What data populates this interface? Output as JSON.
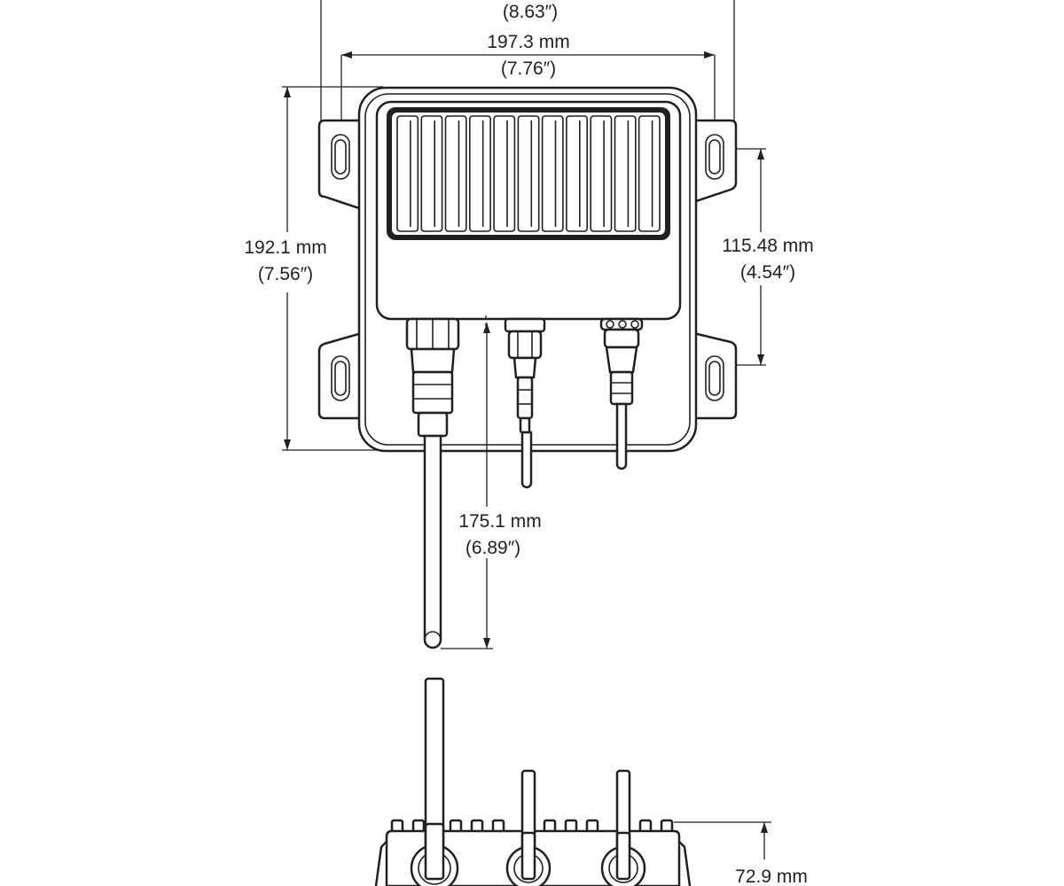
{
  "dimensions": {
    "overall_width_in": "(8.63″)",
    "body_width_mm": "197.3 mm",
    "body_width_in": "(7.76″)",
    "height_mm": "192.1 mm",
    "height_in": "(7.56″)",
    "hole_spacing_mm": "115.48 mm",
    "hole_spacing_in": "(4.54″)",
    "cable_clearance_mm": "175.1 mm",
    "cable_clearance_in": "(6.89″)",
    "depth_mm": "72.9 mm"
  }
}
